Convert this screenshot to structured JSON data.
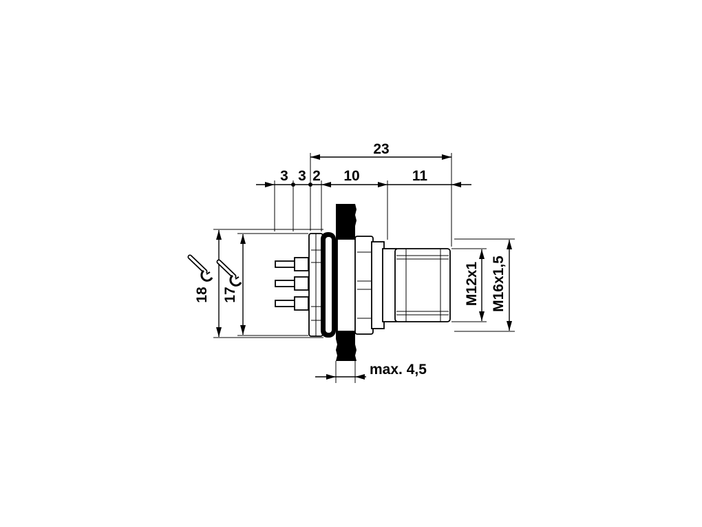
{
  "dimensions": {
    "overall_length": "23",
    "pin_gap_1": "3",
    "pin_gap_2": "3",
    "pin_gap_3": "2",
    "flange_to_thread": "10",
    "thread_length": "11",
    "wrench_size_18": "18",
    "wrench_size_17": "17",
    "thread_m12": "M12x1",
    "thread_m16": "M16x1,5",
    "panel_thickness": "max. 4,5"
  },
  "icons": [
    "wrench-icon",
    "wrench-icon"
  ],
  "colors": {
    "ink": "#000000",
    "background": "#ffffff"
  }
}
